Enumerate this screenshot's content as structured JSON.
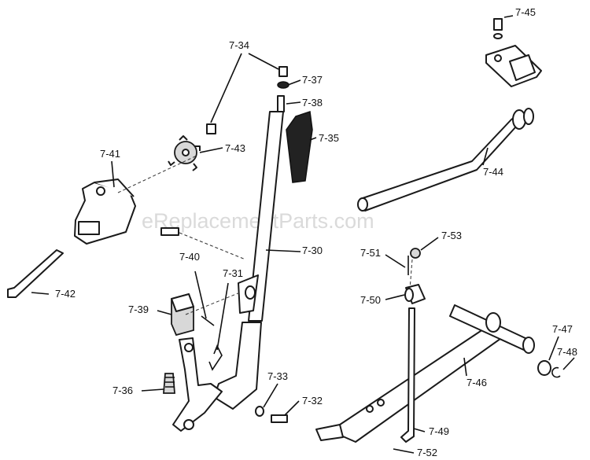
{
  "watermark": "eReplacementParts.com",
  "labels": {
    "p7_30": "7-30",
    "p7_31": "7-31",
    "p7_32": "7-32",
    "p7_33": "7-33",
    "p7_34": "7-34",
    "p7_35": "7-35",
    "p7_36": "7-36",
    "p7_37": "7-37",
    "p7_38": "7-38",
    "p7_39": "7-39",
    "p7_40": "7-40",
    "p7_41": "7-41",
    "p7_42": "7-42",
    "p7_43": "7-43",
    "p7_44": "7-44",
    "p7_45": "7-45",
    "p7_46": "7-46",
    "p7_47": "7-47",
    "p7_48": "7-48",
    "p7_49": "7-49",
    "p7_50": "7-50",
    "p7_51": "7-51",
    "p7_52": "7-52",
    "p7_53": "7-53"
  }
}
